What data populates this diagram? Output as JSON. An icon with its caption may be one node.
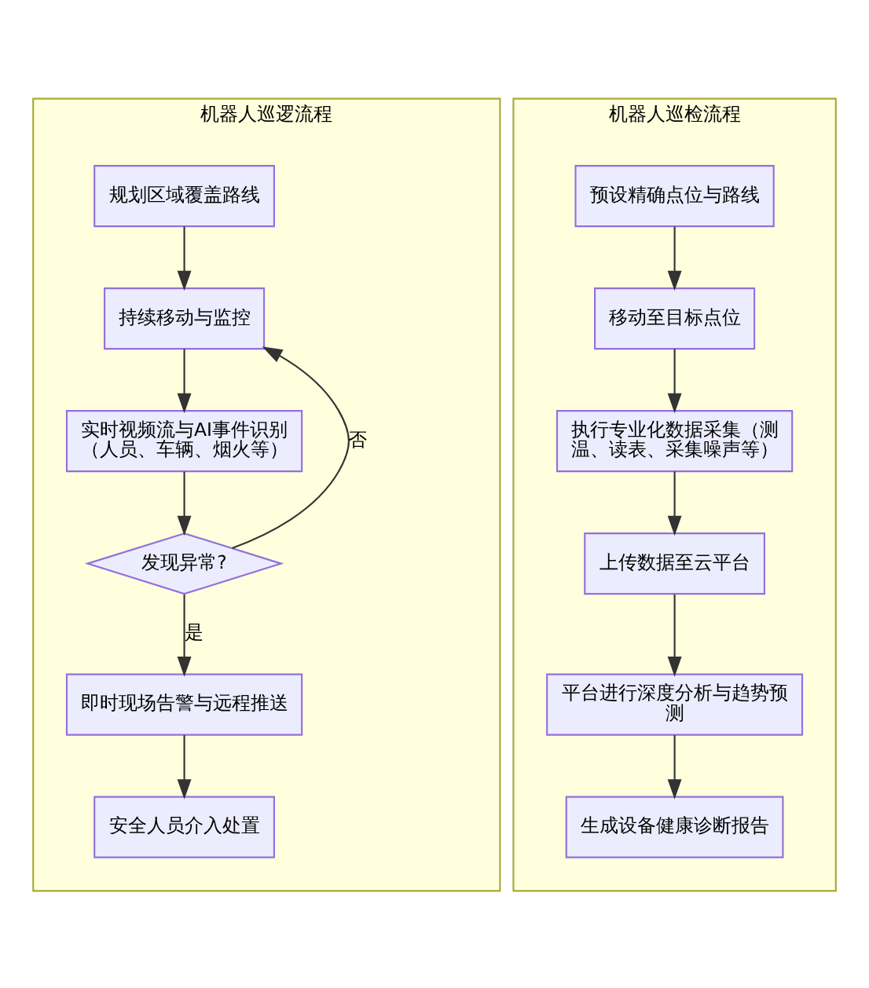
{
  "diagram": {
    "nodes": [
      {
        "text": [
          "机器人巡逻流程"
        ]
      },
      {
        "text": [
          "规划区域覆盖路线"
        ],
        "in": 0
      },
      {
        "text": [
          "持续移动与监控"
        ],
        "in": 0
      },
      {
        "text": [
          "实时视频流与AI事件识别（人员、车辆、烟火等）"
        ],
        "in": 0
      },
      {
        "text": [
          "发现异常?"
        ],
        "in": 0
      },
      {
        "text": [
          "即时现场告警与远程推送"
        ],
        "in": 0
      },
      {
        "text": [
          "安全人员介入处置"
        ],
        "in": 0
      },
      {
        "text": [
          "机器人巡检流程"
        ]
      },
      {
        "text": [
          "预设精确点位与路线"
        ],
        "in": 7
      },
      {
        "text": [
          "移动至目标点位"
        ],
        "in": 7
      },
      {
        "text": [
          "执行专业化数据采集（测温、读表、采集噪声等）"
        ],
        "in": 7
      },
      {
        "text": [
          "上传数据至云平台"
        ],
        "in": 7
      },
      {
        "text": [
          "平台进行深度分析与趋势预测"
        ],
        "in": 7
      },
      {
        "text": [
          "生成设备健康诊断报告"
        ],
        "in": 7
      }
    ],
    "edges": [
      {
        "from": 1,
        "to": 2,
        "arrow": "to"
      },
      {
        "from": 2,
        "to": 3,
        "arrow": "to"
      },
      {
        "from": 3,
        "to": 4,
        "arrow": "to"
      },
      {
        "from": 4,
        "to": 2,
        "arrow": "to",
        "label": "否"
      },
      {
        "from": 4,
        "to": 5,
        "arrow": "to",
        "label": "是"
      },
      {
        "from": 5,
        "to": 6,
        "arrow": "to"
      },
      {
        "from": 8,
        "to": 9,
        "arrow": "to"
      },
      {
        "from": 9,
        "to": 10,
        "arrow": "to"
      },
      {
        "from": 10,
        "to": 11,
        "arrow": "to"
      },
      {
        "from": 11,
        "to": 12,
        "arrow": "to"
      },
      {
        "from": 12,
        "to": 13,
        "arrow": "to"
      }
    ]
  }
}
